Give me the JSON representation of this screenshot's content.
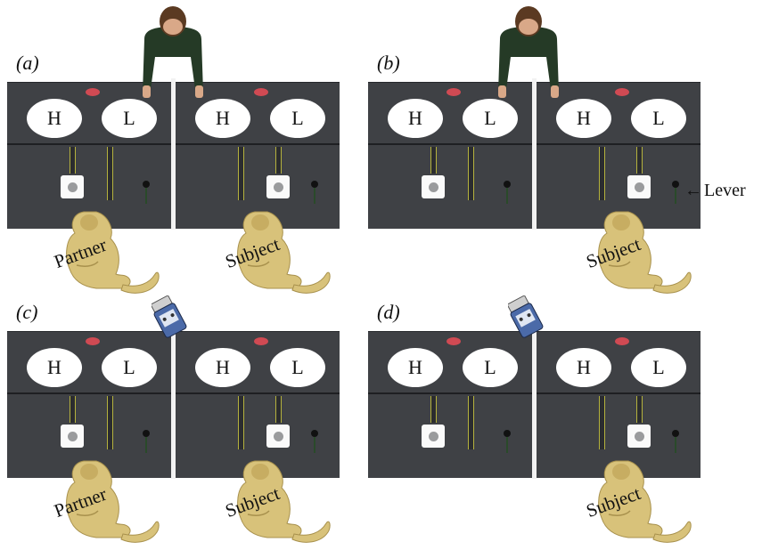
{
  "panels": [
    {
      "label": "(a)",
      "left_label": "Partner",
      "right_label": "Subject",
      "has_partner": true,
      "observer": "human"
    },
    {
      "label": "(b)",
      "left_label": "",
      "right_label": "Subject",
      "has_partner": false,
      "observer": "human"
    },
    {
      "label": "(c)",
      "left_label": "Partner",
      "right_label": "Subject",
      "has_partner": true,
      "observer": "device"
    },
    {
      "label": "(d)",
      "left_label": "",
      "right_label": "Subject",
      "has_partner": false,
      "observer": "device"
    }
  ],
  "reward_options": {
    "high": "H",
    "low": "L"
  },
  "callout": {
    "text": "Lever",
    "arrow": "←"
  },
  "colors": {
    "apparatus": "#3f4145",
    "lamp": "#d04a53",
    "monkey": "#d8c27a",
    "slot_rail": "#b5b23d"
  },
  "icons": [
    "human-observer-icon",
    "computer-device-icon",
    "monkey-icon",
    "lever-icon",
    "push-button-icon"
  ]
}
